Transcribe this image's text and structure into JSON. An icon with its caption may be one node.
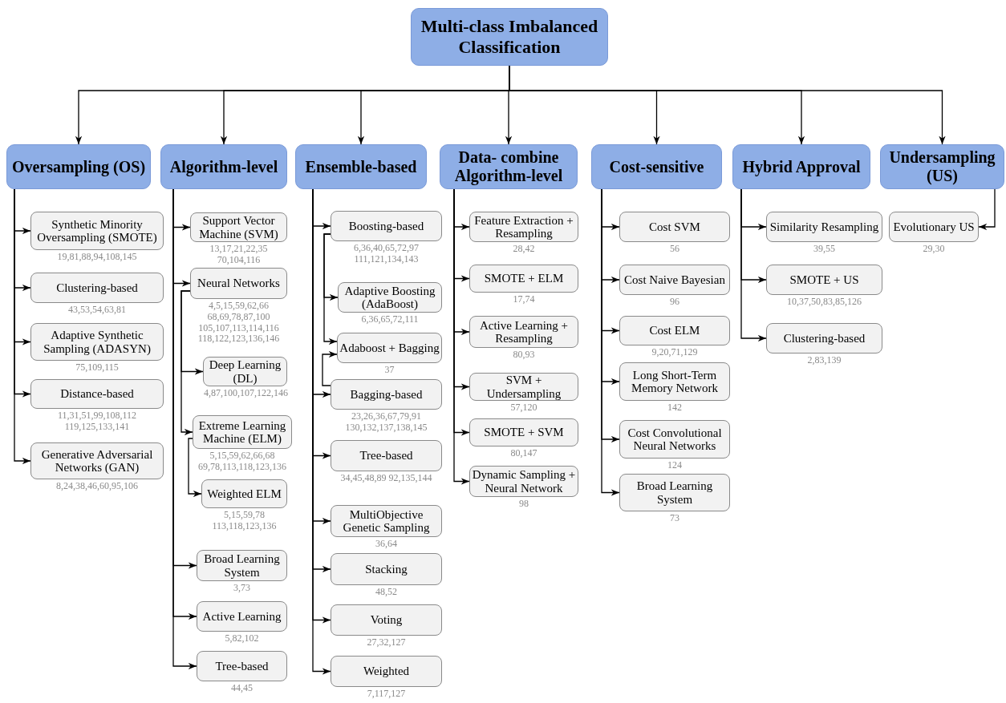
{
  "diagram": {
    "nodes": [
      {
        "text": [
          "Multi-class Imbalanced Classification"
        ]
      },
      {
        "text": [
          "Oversampling (OS)"
        ]
      },
      {
        "text": [
          "Algorithm-level"
        ]
      },
      {
        "text": [
          "Ensemble-based"
        ]
      },
      {
        "text": [
          "Data- combine Algorithm-level"
        ]
      },
      {
        "text": [
          "Cost-sensitive"
        ]
      },
      {
        "text": [
          "Hybrid Approval"
        ]
      },
      {
        "text": [
          "Undersampling (US)"
        ]
      },
      {
        "text": [
          "Synthetic Minority Oversampling (SMOTE)"
        ],
        "beside": [
          "19,81,88,94,108,145"
        ]
      },
      {
        "text": [
          "Clustering-based"
        ],
        "beside": [
          "43,53,54,63,81"
        ]
      },
      {
        "text": [
          "Adaptive Synthetic Sampling (ADASYN)"
        ],
        "beside": [
          "75,109,115"
        ]
      },
      {
        "text": [
          "Distance-based"
        ],
        "beside": [
          "11,31,51,99,108,112 119,125,133,141"
        ]
      },
      {
        "text": [
          "Generative Adversarial Networks (GAN)"
        ],
        "beside": [
          "8,24,38,46,60,95,106"
        ]
      },
      {
        "text": [
          "Support Vector Machine (SVM)"
        ],
        "beside": [
          "13,17,21,22,35 70,104,116"
        ]
      },
      {
        "text": [
          "Neural Networks"
        ],
        "beside": [
          "4,5,15,59,62,66 68,69,78,87,100 105,107,113,114,116 118,122,123,136,146"
        ]
      },
      {
        "text": [
          "Deep Learning (DL)"
        ],
        "beside": [
          "4,87,100,107,122,146"
        ]
      },
      {
        "text": [
          "Extreme Learning Machine (ELM)"
        ],
        "beside": [
          "5,15,59,62,66,68 69,78,113,118,123,136"
        ]
      },
      {
        "text": [
          "Weighted ELM"
        ],
        "beside": [
          "5,15,59,78 113,118,123,136"
        ]
      },
      {
        "text": [
          "Broad Learning System"
        ],
        "beside": [
          "3,73"
        ]
      },
      {
        "text": [
          "Active Learning"
        ],
        "beside": [
          "5,82,102"
        ]
      },
      {
        "text": [
          "Tree-based"
        ],
        "beside": [
          "44,45"
        ]
      },
      {
        "text": [
          "Boosting-based"
        ],
        "beside": [
          "6,36,40,65,72,97 111,121,134,143"
        ]
      },
      {
        "text": [
          "Adaptive Boosting (AdaBoost)"
        ],
        "beside": [
          "6,36,65,72,111"
        ]
      },
      {
        "text": [
          "Adaboost + Bagging"
        ],
        "beside": [
          "37"
        ]
      },
      {
        "text": [
          "Bagging-based"
        ],
        "beside": [
          "23,26,36,67,79,91 130,132,137,138,145"
        ]
      },
      {
        "text": [
          "Tree-based"
        ],
        "beside": [
          "34,45,48,89 92,135,144"
        ]
      },
      {
        "text": [
          "MultiObjective Genetic Sampling"
        ],
        "beside": [
          "36,64"
        ]
      },
      {
        "text": [
          "Stacking"
        ],
        "beside": [
          "48,52"
        ]
      },
      {
        "text": [
          "Voting"
        ],
        "beside": [
          "27,32,127"
        ]
      },
      {
        "text": [
          "Weighted"
        ],
        "beside": [
          "7,117,127"
        ]
      },
      {
        "text": [
          "Feature Extraction + Resampling"
        ],
        "beside": [
          "28,42"
        ]
      },
      {
        "text": [
          "SMOTE + ELM"
        ],
        "beside": [
          "17,74"
        ]
      },
      {
        "text": [
          "Active Learning + Resampling"
        ],
        "beside": [
          "80,93"
        ]
      },
      {
        "text": [
          "SVM + Undersampling"
        ],
        "beside": [
          "57,120"
        ]
      },
      {
        "text": [
          "SMOTE + SVM"
        ],
        "beside": [
          "80,147"
        ]
      },
      {
        "text": [
          "Dynamic Sampling + Neural Network"
        ],
        "beside": [
          "98"
        ]
      },
      {
        "text": [
          "Cost SVM"
        ],
        "beside": [
          "56"
        ]
      },
      {
        "text": [
          "Cost Naive Bayesian"
        ],
        "beside": [
          "96"
        ]
      },
      {
        "text": [
          "Cost ELM"
        ],
        "beside": [
          "9,20,71,129"
        ]
      },
      {
        "text": [
          "Long Short-Term Memory Network"
        ],
        "beside": [
          "142"
        ]
      },
      {
        "text": [
          "Cost Convolutional Neural Networks"
        ],
        "beside": [
          "124"
        ]
      },
      {
        "text": [
          "Broad Learning System"
        ],
        "beside": [
          "73"
        ]
      },
      {
        "text": [
          "Similarity Resampling"
        ],
        "beside": [
          "39,55"
        ]
      },
      {
        "text": [
          "SMOTE + US"
        ],
        "beside": [
          "10,37,50,83,85,126"
        ]
      },
      {
        "text": [
          "Clustering-based"
        ],
        "beside": [
          "2,83,139"
        ]
      },
      {
        "text": [
          "Evolutionary US"
        ],
        "beside": [
          "29,30"
        ]
      }
    ],
    "edges": [
      {
        "from": 0,
        "to": 1,
        "arrow": "to"
      },
      {
        "from": 0,
        "to": 2,
        "arrow": "to"
      },
      {
        "from": 0,
        "to": 3,
        "arrow": "to"
      },
      {
        "from": 0,
        "to": 4,
        "arrow": "to"
      },
      {
        "from": 0,
        "to": 5,
        "arrow": "to"
      },
      {
        "from": 0,
        "to": 6,
        "arrow": "to"
      },
      {
        "from": 0,
        "to": 7,
        "arrow": "to"
      },
      {
        "from": 1,
        "to": 8,
        "arrow": "to"
      },
      {
        "from": 1,
        "to": 9,
        "arrow": "to"
      },
      {
        "from": 1,
        "to": 10,
        "arrow": "to"
      },
      {
        "from": 1,
        "to": 11,
        "arrow": "to"
      },
      {
        "from": 1,
        "to": 12,
        "arrow": "to"
      },
      {
        "from": 2,
        "to": 13,
        "arrow": "to"
      },
      {
        "from": 2,
        "to": 14,
        "arrow": "to"
      },
      {
        "from": 14,
        "to": 15,
        "arrow": "to"
      },
      {
        "from": 14,
        "to": 16,
        "arrow": "to"
      },
      {
        "from": 16,
        "to": 17,
        "arrow": "to"
      },
      {
        "from": 2,
        "to": 18,
        "arrow": "to"
      },
      {
        "from": 2,
        "to": 19,
        "arrow": "to"
      },
      {
        "from": 2,
        "to": 20,
        "arrow": "to"
      },
      {
        "from": 3,
        "to": 21,
        "arrow": "to"
      },
      {
        "from": 21,
        "to": 22,
        "arrow": "to"
      },
      {
        "from": 21,
        "to": 23,
        "arrow": "to"
      },
      {
        "from": 24,
        "to": 23,
        "arrow": "to"
      },
      {
        "from": 3,
        "to": 24,
        "arrow": "to"
      },
      {
        "from": 3,
        "to": 25,
        "arrow": "to"
      },
      {
        "from": 3,
        "to": 26,
        "arrow": "to"
      },
      {
        "from": 3,
        "to": 27,
        "arrow": "to"
      },
      {
        "from": 3,
        "to": 28,
        "arrow": "to"
      },
      {
        "from": 3,
        "to": 29,
        "arrow": "to"
      },
      {
        "from": 4,
        "to": 30,
        "arrow": "to"
      },
      {
        "from": 4,
        "to": 31,
        "arrow": "to"
      },
      {
        "from": 4,
        "to": 32,
        "arrow": "to"
      },
      {
        "from": 4,
        "to": 33,
        "arrow": "to"
      },
      {
        "from": 4,
        "to": 34,
        "arrow": "to"
      },
      {
        "from": 4,
        "to": 35,
        "arrow": "to"
      },
      {
        "from": 5,
        "to": 36,
        "arrow": "to"
      },
      {
        "from": 5,
        "to": 37,
        "arrow": "to"
      },
      {
        "from": 5,
        "to": 38,
        "arrow": "to"
      },
      {
        "from": 5,
        "to": 39,
        "arrow": "to"
      },
      {
        "from": 5,
        "to": 40,
        "arrow": "to"
      },
      {
        "from": 5,
        "to": 41,
        "arrow": "to"
      },
      {
        "from": 6,
        "to": 42,
        "arrow": "to"
      },
      {
        "from": 6,
        "to": 43,
        "arrow": "to"
      },
      {
        "from": 6,
        "to": 44,
        "arrow": "to"
      },
      {
        "from": 7,
        "to": 45,
        "arrow": "to"
      }
    ]
  }
}
